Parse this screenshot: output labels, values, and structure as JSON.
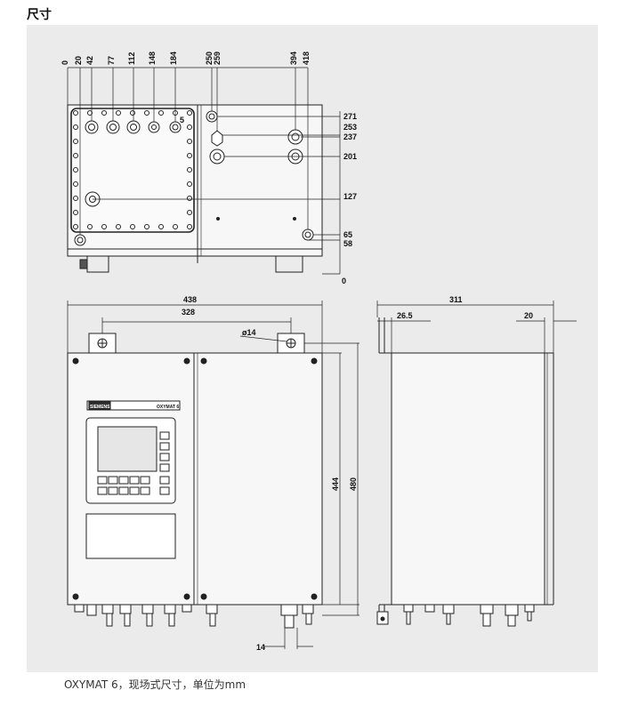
{
  "title": "尺寸",
  "caption": "OXYMAT 6，现场式尺寸，单位为mm",
  "top_view": {
    "x_dims": [
      "0",
      "20",
      "42",
      "77",
      "112",
      "148",
      "184",
      "250",
      "259",
      "394",
      "418"
    ],
    "y_dims": [
      "271",
      "253",
      "237",
      "201",
      "127",
      "65",
      "58",
      "0"
    ],
    "small_dim": "5"
  },
  "front_view": {
    "dims": [
      "438",
      "328",
      "ø14",
      "444",
      "480",
      "14"
    ],
    "logo_text": "SIEMENS",
    "model_text": "OXYMAT 6"
  },
  "side_view": {
    "dims": [
      "311",
      "26.5",
      "20"
    ]
  }
}
